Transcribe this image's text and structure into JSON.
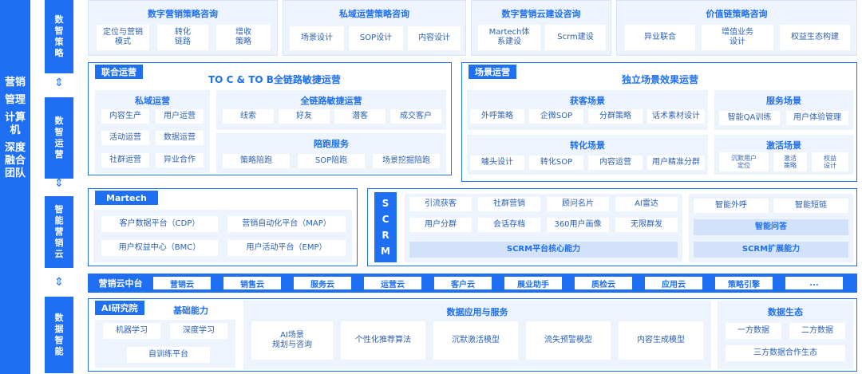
{
  "left_title": [
    "营销",
    "管理",
    "计算机",
    "深度融合团队"
  ],
  "layers": [
    "数智策略",
    "数智运营",
    "智能营销云",
    "数据智能"
  ],
  "arrow_glyph": "⇕",
  "strategy": [
    {
      "title": "数字营销策略咨询",
      "items": [
        "定位与营销\n模式",
        "转化\n链路",
        "增收\n策略"
      ]
    },
    {
      "title": "私域运营策略咨询",
      "items": [
        "场景设计",
        "SOP设计",
        "内容设计"
      ]
    },
    {
      "title": "数字营销云建设咨询",
      "items": [
        "Martech体\n系建设",
        "Scrm建设"
      ]
    },
    {
      "title": "价值链策略咨询",
      "items": [
        "异业联合",
        "增值业务\n设计",
        "权益生态构建"
      ]
    }
  ],
  "joint_ops": {
    "tag": "联合运营",
    "heading": "TO C & TO B全链路敏捷运营",
    "private": {
      "title": "私域运营",
      "items": [
        "内容生产",
        "用户运营",
        "活动运营",
        "数据运营",
        "社群运营",
        "异业合作"
      ]
    },
    "agile": {
      "title": "全链路敏捷运营",
      "items": [
        "线索",
        "好友",
        "潜客",
        "成交客户"
      ]
    },
    "race": {
      "title": "陪跑服务",
      "items": [
        "策略陪跑",
        "SOP陪跑",
        "场景挖掘陪跑"
      ]
    }
  },
  "scene_ops": {
    "tag": "场景运营",
    "heading": "独立场景效果运营",
    "acquire": {
      "title": "获客场景",
      "items": [
        "外呼策略",
        "企微SOP",
        "分群策略",
        "话术素材设计"
      ]
    },
    "service": {
      "title": "服务场景",
      "items": [
        "智能QA训练",
        "用户体验管理"
      ]
    },
    "convert": {
      "title": "转化场景",
      "items": [
        "噱头设计",
        "转化SOP",
        "内容运营",
        "用户精准分群"
      ]
    },
    "activate": {
      "title": "激活场景",
      "items": [
        "沉默用户\n定位",
        "激活\n策略",
        "权益\n设计"
      ]
    }
  },
  "martech": {
    "tag": "Martech",
    "items": [
      "客户数据平台（CDP）",
      "营销自动化平台（MAP）",
      "用户权益中心（BMC）",
      "用户活动平台（EMP）"
    ]
  },
  "scrm": {
    "letters": [
      "S",
      "C",
      "R",
      "M"
    ],
    "core_items": [
      "引流获客",
      "社群营销",
      "顾问名片",
      "AI雷达",
      "用户分群",
      "会话存档",
      "360用户画像",
      "无限群发"
    ],
    "core_label": "SCRM平台核心能力",
    "ext_items": [
      "智能外呼",
      "智能短链"
    ],
    "ext_highlight": "智能问答",
    "ext_label": "SCRM扩展能力"
  },
  "cloud_bar": {
    "label": "营销云中台",
    "items": [
      "营销云",
      "销售云",
      "服务云",
      "运营云",
      "客户云",
      "展业助手",
      "质检云",
      "应用云",
      "策略引擎",
      "..."
    ]
  },
  "ai": {
    "tag": "AI研究院",
    "base": {
      "title": "基础能力",
      "items": [
        "机器学习",
        "深度学习",
        "自训练平台"
      ]
    },
    "apps": {
      "title": "数据应用与服务",
      "items": [
        "AI场景\n规划与咨询",
        "个性化推荐算法",
        "沉默激活模型",
        "流失预警模型",
        "内容生成模型"
      ]
    },
    "eco": {
      "title": "数据生态",
      "items": [
        "一方数据",
        "二方数据",
        "三方数据合作生态"
      ]
    }
  }
}
